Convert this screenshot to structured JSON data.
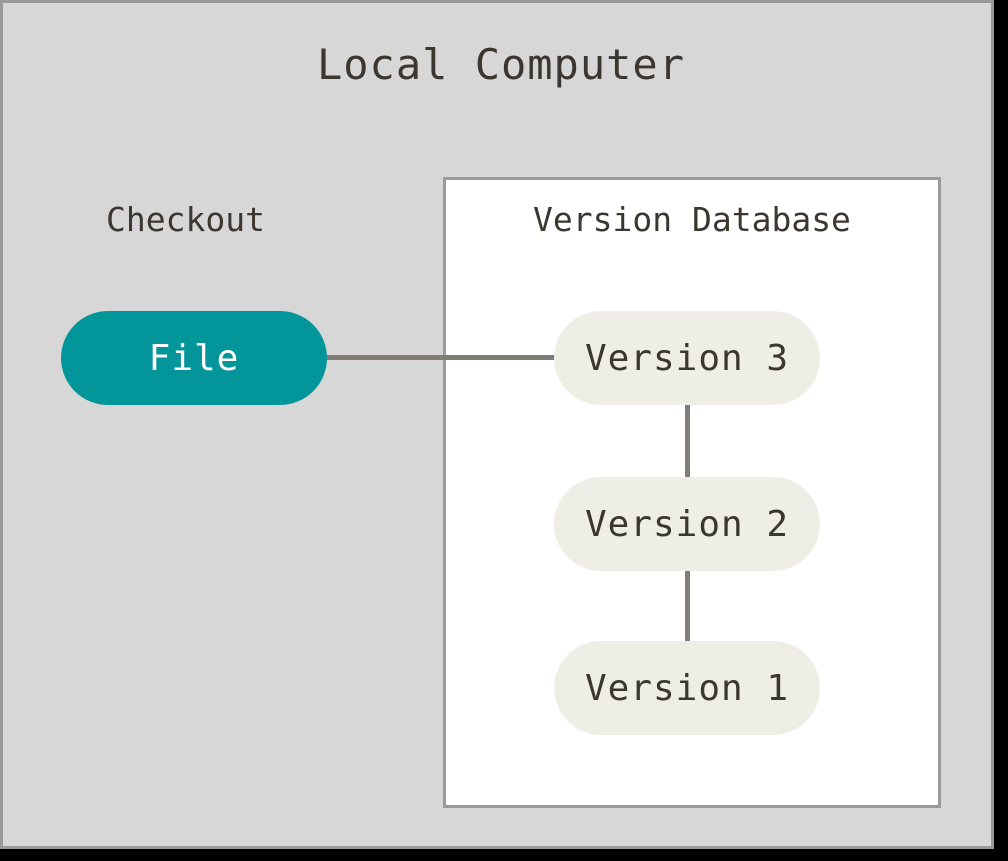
{
  "diagram": {
    "title": "Local Computer",
    "background_color": "#d7d7d7",
    "border_color": "#9a9a9a",
    "connector_color": "#827d76",
    "text_color": "#3b362f"
  },
  "checkout": {
    "label": "Checkout",
    "file_node": {
      "label": "File",
      "fill_color": "#029599",
      "text_color": "#ffffff"
    }
  },
  "version_database": {
    "label": "Version Database",
    "fill_color": "#ffffff",
    "border_color": "#9a9a9a",
    "versions": [
      {
        "label": "Version 3",
        "fill_color": "#efeee6"
      },
      {
        "label": "Version 2",
        "fill_color": "#efeee6"
      },
      {
        "label": "Version 1",
        "fill_color": "#efeee6"
      }
    ]
  },
  "connectors": [
    {
      "name": "file-to-version-3",
      "orientation": "horizontal"
    },
    {
      "name": "version-3-to-version-2",
      "orientation": "vertical"
    },
    {
      "name": "version-2-to-version-1",
      "orientation": "vertical"
    }
  ]
}
